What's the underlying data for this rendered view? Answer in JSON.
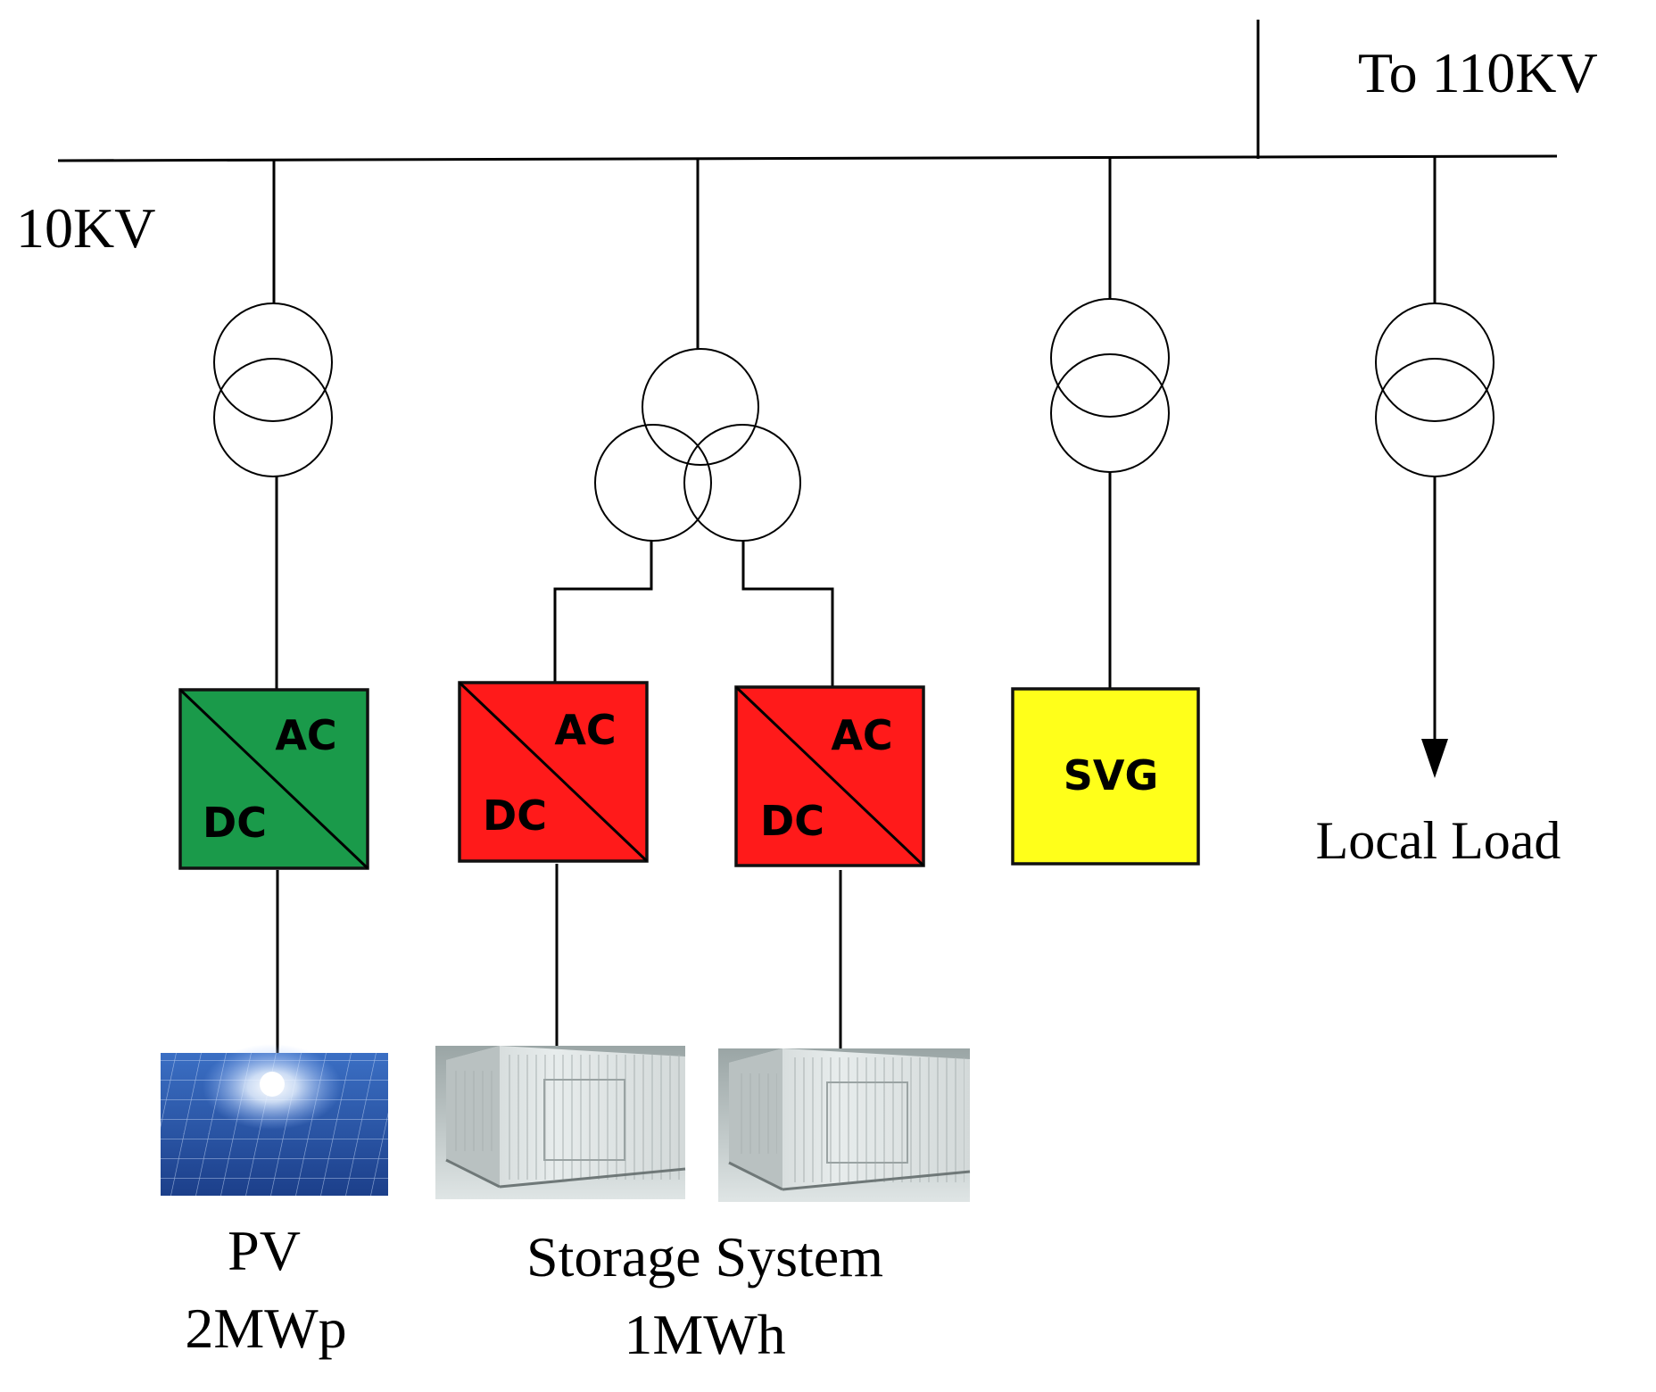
{
  "bus_110kv_label": "To 110KV",
  "bus_10kv_label": "10KV",
  "converters": {
    "pv": {
      "ac": "AC",
      "dc": "DC",
      "color": "#1a9a4a"
    },
    "storage_1": {
      "ac": "AC",
      "dc": "DC",
      "color": "#ff1a1a"
    },
    "storage_2": {
      "ac": "AC",
      "dc": "DC",
      "color": "#ff1a1a"
    }
  },
  "svg_box": {
    "label": "SVG",
    "color": "#ffff1a"
  },
  "local_load_label": "Local Load",
  "pv_label": {
    "line1": "PV",
    "line2": "2MWp"
  },
  "storage_label": {
    "line1": "Storage System",
    "line2": "1MWh"
  },
  "icons": {
    "pv_panel": "solar-panel-icon",
    "storage_unit": "battery-container-icon"
  }
}
